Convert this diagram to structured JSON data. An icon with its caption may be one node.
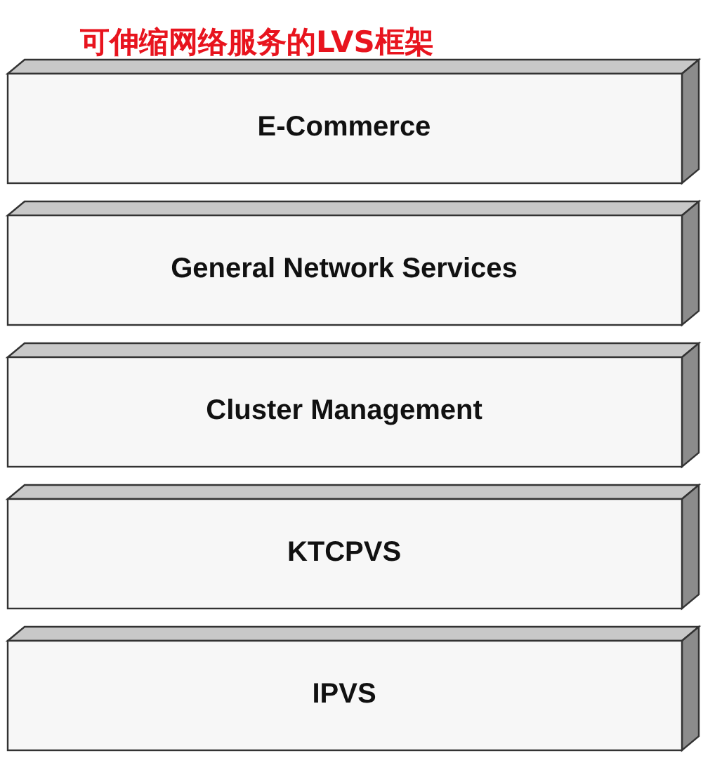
{
  "diagram": {
    "title": "可伸缩网络服务的LVS框架",
    "nodes": [
      {
        "text": [
          "E-Commerce"
        ]
      },
      {
        "text": [
          "General Network Services"
        ]
      },
      {
        "text": [
          "Cluster Management"
        ]
      },
      {
        "text": [
          "KTCPVS"
        ]
      },
      {
        "text": [
          "IPVS"
        ]
      }
    ]
  }
}
